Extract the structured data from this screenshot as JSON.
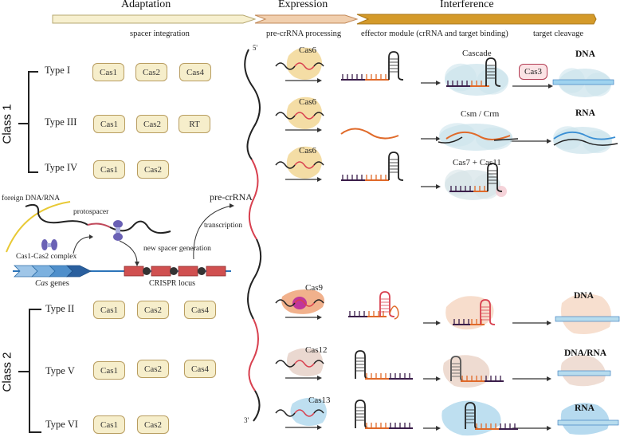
{
  "phases": {
    "adaptation": "Adaptation",
    "expression": "Expression",
    "interference": "Interference"
  },
  "subheaders": {
    "spacer_integration": "spacer integration",
    "pre_crrna_processing": "pre-crRNA processing",
    "effector_module": "effector module (crRNA and target binding)",
    "target_cleavage": "target cleavage"
  },
  "classes": [
    {
      "label": "Class 1",
      "types": [
        {
          "label": "Type I",
          "proteins": [
            "Cas1",
            "Cas2",
            "Cas4"
          ]
        },
        {
          "label": "Type III",
          "proteins": [
            "Cas1",
            "Cas2",
            "RT"
          ]
        },
        {
          "label": "Type IV",
          "proteins": [
            "Cas1",
            "Cas2"
          ]
        }
      ]
    },
    {
      "label": "Class 2",
      "types": [
        {
          "label": "Type II",
          "proteins": [
            "Cas1",
            "Cas2",
            "Cas4"
          ]
        },
        {
          "label": "Type V",
          "proteins": [
            "Cas1",
            "Cas2",
            "Cas4"
          ]
        },
        {
          "label": "Type VI",
          "proteins": [
            "Cas1",
            "Cas2"
          ]
        }
      ]
    }
  ],
  "adaptation_panel": {
    "foreign": "foreign DNA/RNA",
    "protospacer": "protospacer",
    "complex": "Cas1-Cas2 complex",
    "cas_genes_italic": "Cas",
    "cas_genes_rest": " genes",
    "new_spacer": "new spacer generation",
    "crispr_locus": "CRISPR locus",
    "transcription": "transcription",
    "pre_crrna": "pre-crRNA"
  },
  "rna_ends": {
    "five": "5'",
    "three": "3'"
  },
  "processing": {
    "rows": [
      "Cas6",
      "Cas6",
      "Cas6",
      "Cas9",
      "Cas12",
      "Cas13"
    ]
  },
  "effectors": {
    "cascade": "Cascade",
    "csm_crm": "Csm / Crm",
    "cas7_cas11": "Cas7 + Cas11",
    "cas3": "Cas3"
  },
  "targets": {
    "type1": "DNA",
    "type3": "RNA",
    "type2": "DNA",
    "type5": "DNA/RNA",
    "type6": "RNA"
  },
  "colors": {
    "adaptation_arrow": "#f7f0cf",
    "expression_arrow": "#f1cfae",
    "interference_arrow": "#d49a2a",
    "cas_box_fill": "#f6eecb",
    "cas_box_border": "#b89d60",
    "spacer_red": "#d8404f",
    "repeat_purple": "#3b1e4a",
    "crrna_orange": "#e06a2a"
  }
}
